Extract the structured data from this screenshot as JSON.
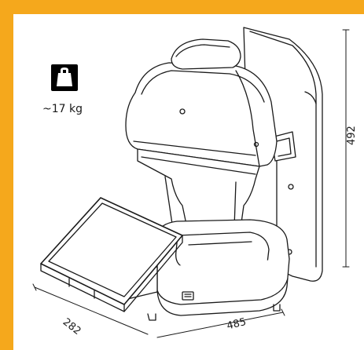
{
  "weight": {
    "icon": "kettlebell-weight-icon",
    "label": "~17 kg"
  },
  "dimensions": {
    "height": "492",
    "depth": "282",
    "width": "485"
  },
  "colors": {
    "frame": "#F5A81C",
    "background": "#FFFFFF",
    "line": "#1A1A1A"
  }
}
